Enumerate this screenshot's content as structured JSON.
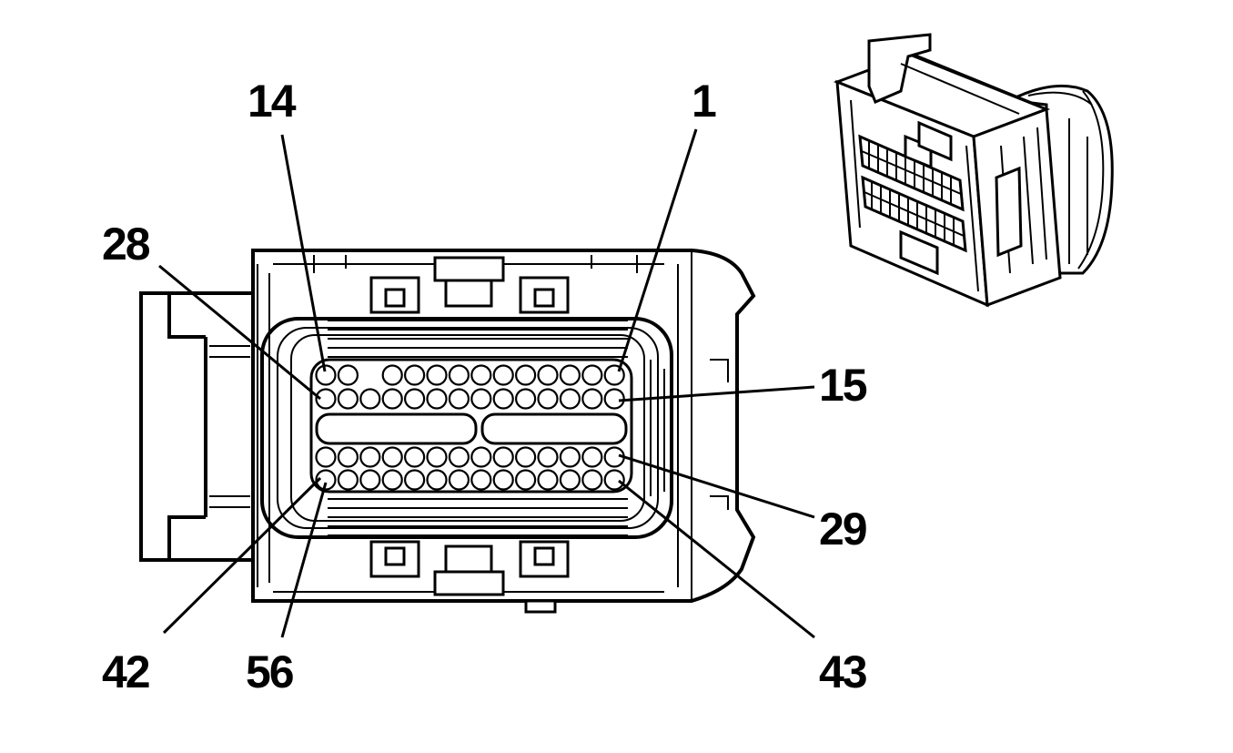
{
  "pin_labels": {
    "p14": "14",
    "p1": "1",
    "p28": "28",
    "p15": "15",
    "p29": "29",
    "p42": "42",
    "p56": "56",
    "p43": "43"
  },
  "connector": {
    "pins_per_row": 14,
    "rows": 4,
    "pin_count": 56
  }
}
